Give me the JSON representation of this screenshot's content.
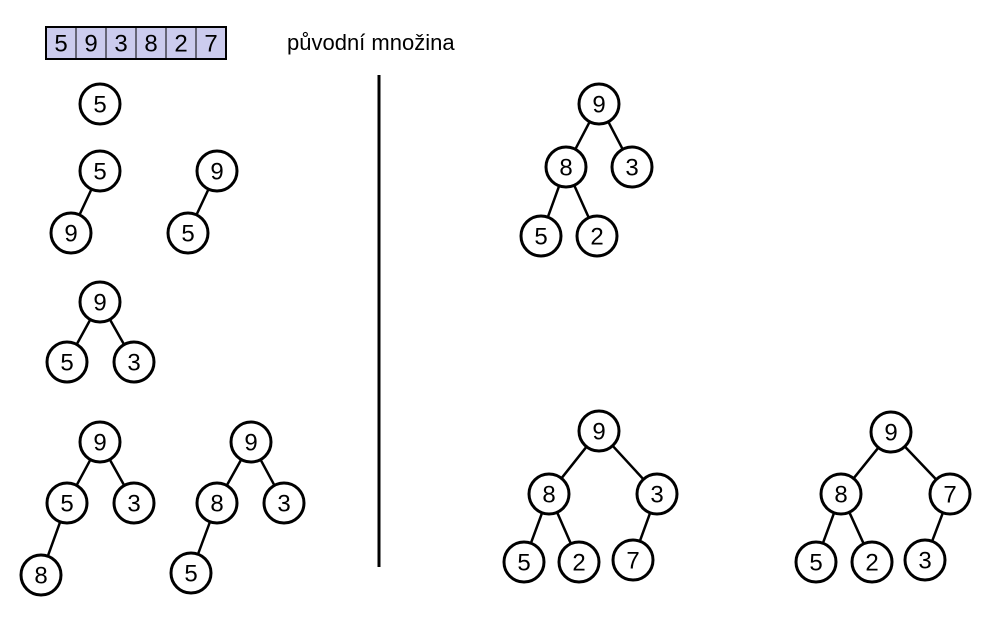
{
  "header": {
    "array_label": "původní množina",
    "array_values": [
      "5",
      "9",
      "3",
      "8",
      "2",
      "7"
    ],
    "cell_color": "#ccccee"
  },
  "trees": [
    {
      "name": "tree-step-1",
      "nodes": [
        "5"
      ],
      "edges": []
    },
    {
      "name": "tree-step-2a",
      "nodes": [
        "5",
        "9"
      ],
      "edges": [
        [
          0,
          1
        ]
      ]
    },
    {
      "name": "tree-step-2b",
      "nodes": [
        "9",
        "5"
      ],
      "edges": [
        [
          0,
          1
        ]
      ]
    },
    {
      "name": "tree-step-3",
      "nodes": [
        "9",
        "5",
        "3"
      ],
      "edges": [
        [
          0,
          1
        ],
        [
          0,
          2
        ]
      ]
    },
    {
      "name": "tree-step-4a",
      "nodes": [
        "9",
        "5",
        "3",
        "8"
      ],
      "edges": [
        [
          0,
          1
        ],
        [
          0,
          2
        ],
        [
          1,
          3
        ]
      ]
    },
    {
      "name": "tree-step-4b",
      "nodes": [
        "9",
        "8",
        "3",
        "5"
      ],
      "edges": [
        [
          0,
          1
        ],
        [
          0,
          2
        ],
        [
          1,
          3
        ]
      ]
    },
    {
      "name": "tree-step-5",
      "nodes": [
        "9",
        "8",
        "3",
        "5",
        "2"
      ],
      "edges": [
        [
          0,
          1
        ],
        [
          0,
          2
        ],
        [
          1,
          3
        ],
        [
          1,
          4
        ]
      ]
    },
    {
      "name": "tree-step-6a",
      "nodes": [
        "9",
        "8",
        "3",
        "5",
        "2",
        "7"
      ],
      "edges": [
        [
          0,
          1
        ],
        [
          0,
          2
        ],
        [
          1,
          3
        ],
        [
          1,
          4
        ],
        [
          2,
          5
        ]
      ]
    },
    {
      "name": "tree-step-6b",
      "nodes": [
        "9",
        "8",
        "7",
        "5",
        "2",
        "3"
      ],
      "edges": [
        [
          0,
          1
        ],
        [
          0,
          2
        ],
        [
          1,
          3
        ],
        [
          1,
          4
        ],
        [
          2,
          5
        ]
      ]
    }
  ]
}
